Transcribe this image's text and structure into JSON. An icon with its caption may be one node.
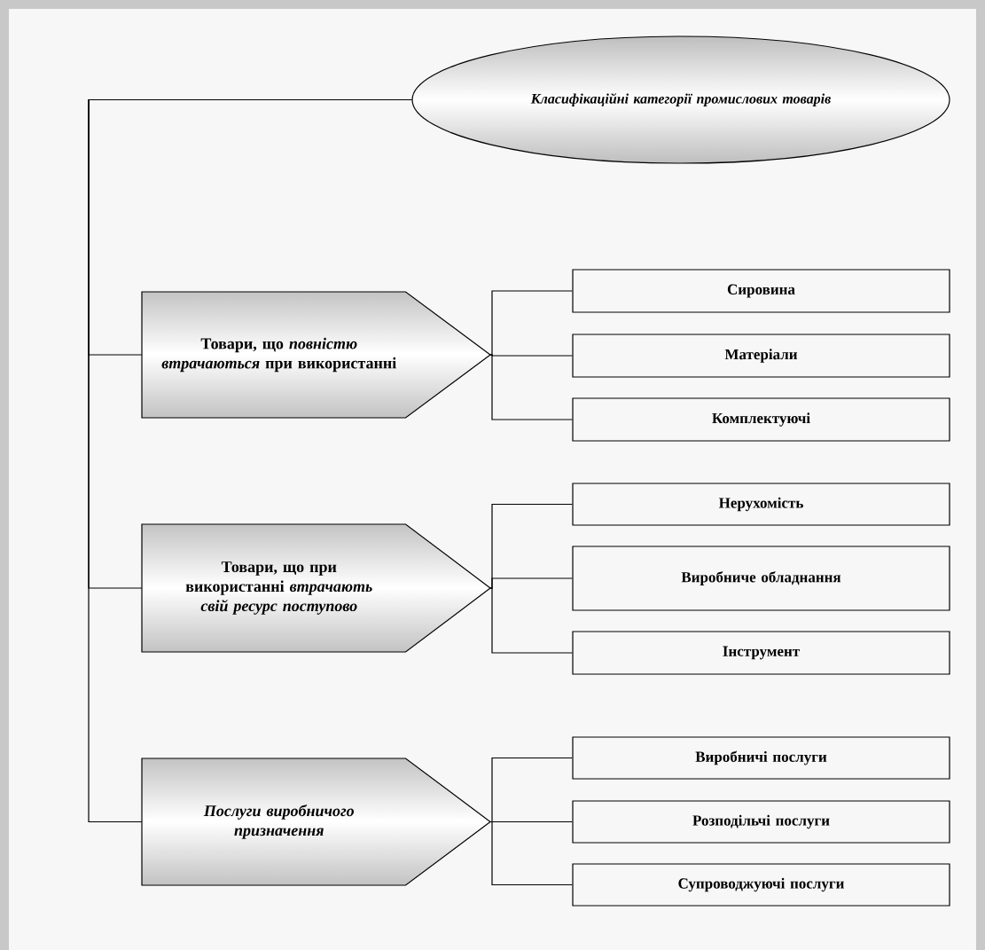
{
  "diagram": {
    "nodes": [
      {
        "text": [
          "Класифікаційні категорії промислових товарів"
        ]
      },
      {
        "text": [
          "Товари, що *повністю втрачаються* при використанні"
        ]
      },
      {
        "text": [
          "Товари, що при використанні *втрачають свій ресурс поступово*"
        ]
      },
      {
        "text": [
          "Послуги виробничого призначення"
        ]
      },
      {
        "text": [
          "Сировина"
        ]
      },
      {
        "text": [
          "Матеріали"
        ]
      },
      {
        "text": [
          "Комплектуючі"
        ]
      },
      {
        "text": [
          "Нерухомість"
        ]
      },
      {
        "text": [
          "Виробниче обладнання"
        ]
      },
      {
        "text": [
          "Інструмент"
        ]
      },
      {
        "text": [
          "Виробничі послуги"
        ]
      },
      {
        "text": [
          "Розподільчі послуги"
        ]
      },
      {
        "text": [
          "Супроводжуючі послуги"
        ]
      }
    ],
    "edges": [
      {
        "from": 0,
        "to": 1,
        "arrow": "none"
      },
      {
        "from": 0,
        "to": 2,
        "arrow": "none"
      },
      {
        "from": 0,
        "to": 3,
        "arrow": "none"
      },
      {
        "from": 1,
        "to": 4,
        "arrow": "none"
      },
      {
        "from": 1,
        "to": 5,
        "arrow": "none"
      },
      {
        "from": 1,
        "to": 6,
        "arrow": "none"
      },
      {
        "from": 2,
        "to": 7,
        "arrow": "none"
      },
      {
        "from": 2,
        "to": 8,
        "arrow": "none"
      },
      {
        "from": 2,
        "to": 9,
        "arrow": "none"
      },
      {
        "from": 3,
        "to": 10,
        "arrow": "none"
      },
      {
        "from": 3,
        "to": 11,
        "arrow": "none"
      },
      {
        "from": 3,
        "to": 12,
        "arrow": "none"
      }
    ]
  }
}
